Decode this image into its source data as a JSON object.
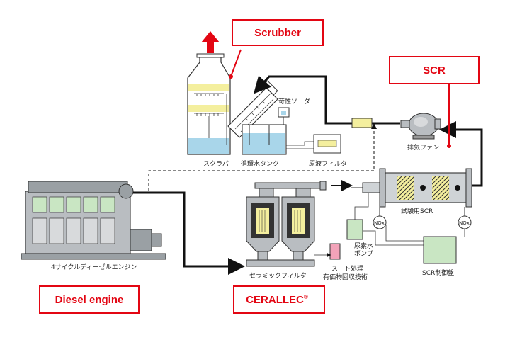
{
  "callouts": {
    "scrubber": "Scrubber",
    "scr": "SCR",
    "diesel": "Diesel engine",
    "cerallec": "CERALLEC",
    "cerallec_mark": "®"
  },
  "labels": {
    "caustic_soda": "苛性ソーダ",
    "scrubber_jp": "スクラバ",
    "circulation_tank": "循環水タンク",
    "raw_filter": "原液フィルタ",
    "exhaust_fan": "排気ファン",
    "test_scr": "試験用SCR",
    "nox": "NOx",
    "urea_pump_1": "尿素水",
    "urea_pump_2": "ポンプ",
    "soot_1": "スート処理",
    "soot_2": "有価物回収技術",
    "scr_panel": "SCR制御盤",
    "ceramic_filter": "セラミックフィルタ",
    "engine_jp": "4サイクルディーゼルエンジン"
  },
  "colors": {
    "accent_red": "#e30613",
    "water_blue": "#a9d6ea",
    "filter_yellow": "#f4ef9e",
    "panel_green": "#c9e6c3",
    "pink": "#f3a3b9"
  }
}
